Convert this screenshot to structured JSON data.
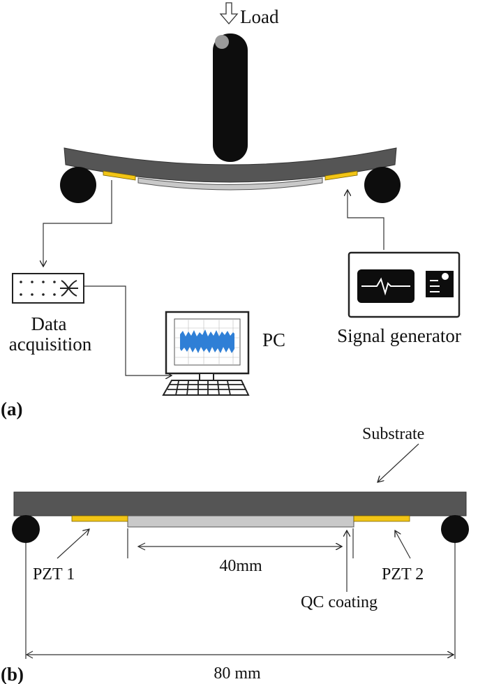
{
  "panel_a": {
    "panel_label": "(a)",
    "load_label": "Load",
    "data_acquisition_label_line1": "Data",
    "data_acquisition_label_line2": "acquisition",
    "pc_label": "PC",
    "signal_generator_label": "Signal generator"
  },
  "panel_b": {
    "panel_label": "(b)",
    "substrate_label": "Substrate",
    "pzt1_label": "PZT 1",
    "pzt2_label": "PZT 2",
    "span_40_label": "40mm",
    "qc_coating_label": "QC coating",
    "span_80_label": "80 mm"
  },
  "colors": {
    "beam": "#555555",
    "pzt": "#f2c516",
    "qc_coating": "#c9c9c9",
    "support": "#0d0d0d",
    "screen_signal": "#2f7fd6"
  }
}
